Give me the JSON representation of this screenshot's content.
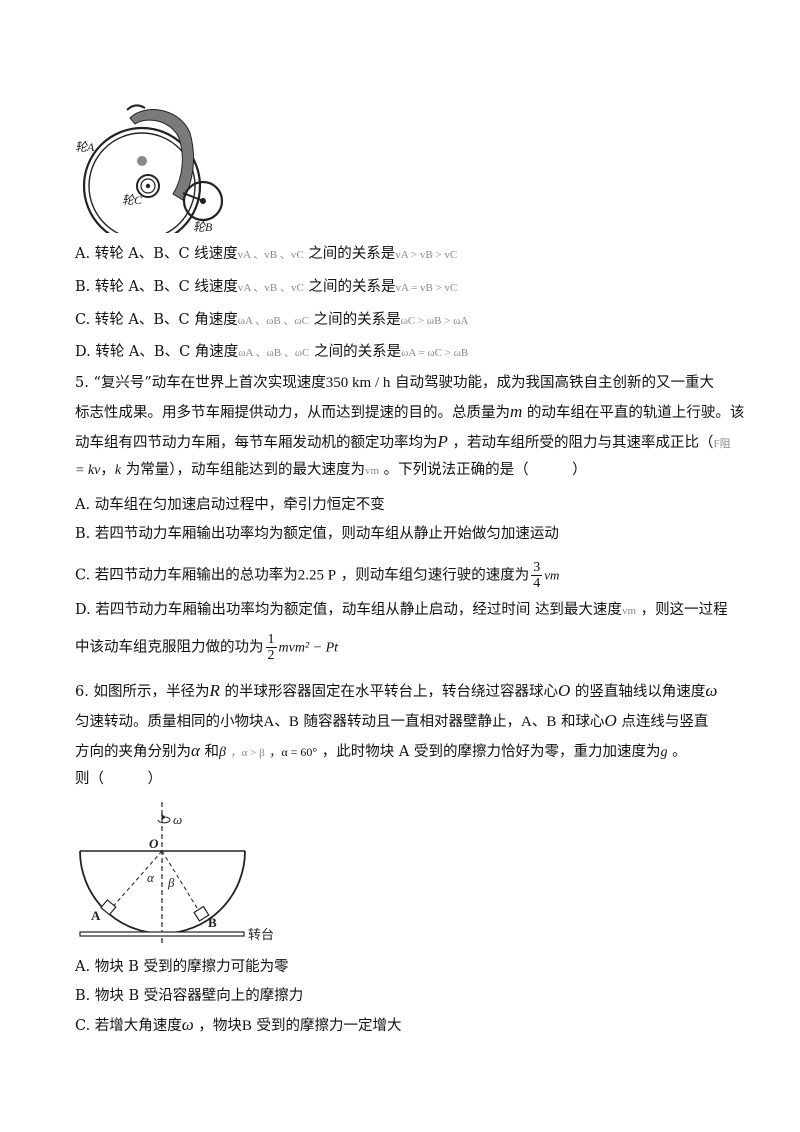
{
  "figure_bicycle": {
    "label_a": "轮A",
    "label_c": "轮C",
    "label_b": "轮B"
  },
  "q4_options": [
    {
      "letter": "A.",
      "text": "转轮 A、B、C 线速度",
      "faint_vars": "vA 、vB 、vC",
      "mid": "之间的关系是",
      "relation": "vA > vB > vC"
    },
    {
      "letter": "B.",
      "text": "转轮 A、B、C 线速度",
      "faint_vars": "vA 、vB 、vC",
      "mid": "之间的关系是",
      "relation": "vA = vB > vC"
    },
    {
      "letter": "C.",
      "text": "转轮 A、B、C 角速度",
      "faint_vars": "ωA 、ωB 、ωC",
      "mid": "之间的关系是",
      "relation": "ωC > ωB > ωA"
    },
    {
      "letter": "D.",
      "text": "转轮 A、B、C 角速度",
      "faint_vars": "ωA 、ωB 、ωC",
      "mid": "之间的关系是",
      "relation": "ωA = ωC > ωB"
    }
  ],
  "q5": {
    "line1_a": "5. “复兴号”动车在世界上首次实现速度",
    "speed": "350 km / h",
    "line1_b": "自动驾驶功能，成为我国高铁自主创新的又一重大",
    "line2_a": "标志性成果。用多节车厢提供动力，从而达到提速的目的。总质量为",
    "mass": "m",
    "line2_b": "的动车组在平直的轨道上行驶。该",
    "line3_a": "动车组有四节动力车厢，每节车厢发动机的额定功率均为",
    "power": "P",
    "line3_b": "，若动车组所受的阻力与其速率成正比（",
    "force": "F阻",
    "line4_a": "= kv",
    "k": "k",
    "line4_b": "为常量），动车组能达到的最大速度为",
    "vm": "vm",
    "line4_c": "。下列说法正确的是（　　　）",
    "optA": "A. 动车组在匀加速启动过程中，牵引力恒定不变",
    "optB": "B. 若四节动力车厢输出功率均为额定值，则动车组从静止开始做匀加速运动",
    "optC_a": "C. 若四节动力车厢输出的总功率为",
    "optC_power": "2.25 P",
    "optC_b": "，则动车组匀速行驶的速度为",
    "optC_num": "3",
    "optC_den": "4",
    "optC_v": "vm",
    "optD_a": "D. 若四节动力车厢输出功率均为额定值，动车组从静止启动，经过时间",
    "optD_b": "达到最大速度",
    "optD_v": "vm",
    "optD_c": "，则这一过程",
    "optD2_a": "中该动车组克服阻力做的功为",
    "optD2_num": "1",
    "optD2_den": "2",
    "optD2_expr": "mvm² − Pt"
  },
  "q6": {
    "line1_a": "6. 如图所示，半径为",
    "R": "R",
    "line1_b": "的半球形容器固定在水平转台上，转台绕过容器球心",
    "O": "O",
    "line1_c": "的竖直轴线以角速度",
    "omega": "ω",
    "line2_a": "匀速转动。质量相同的小物块",
    "A": "A",
    "sep1": "、",
    "B": "B",
    "line2_b": "随容器转动且一直相对器壁静止，",
    "A2": "A",
    "sep2": "、",
    "B2": "B",
    "line2_c": "和球心",
    "O2": "O",
    "line2_d": "点连线与竖直",
    "line3_a": "方向的夹角分别为",
    "alpha": "α",
    "line3_b": "和",
    "beta": "β",
    "cond1": "，α > β",
    "cond2": "，α = 60°",
    "line3_c": "，此时物块 A 受到的摩擦力恰好为零，重力加速度为",
    "g": "g",
    "line3_d": "。",
    "line4": "则（　　　）",
    "optA": "A. 物块 B 受到的摩擦力可能为零",
    "optB": "B. 物块 B 受沿容器壁向上的摩擦力",
    "optC_a": "C. 若增大角速度",
    "optC_omega": "ω",
    "optC_b": "，物块",
    "optC_B": "B",
    "optC_c": "受到的摩擦力一定增大"
  },
  "figure_bowl": {
    "label_omega": "ω",
    "label_O": "O",
    "label_alpha": "α",
    "label_beta": "β",
    "label_A": "A",
    "label_B": "B",
    "label_table": "转台"
  }
}
